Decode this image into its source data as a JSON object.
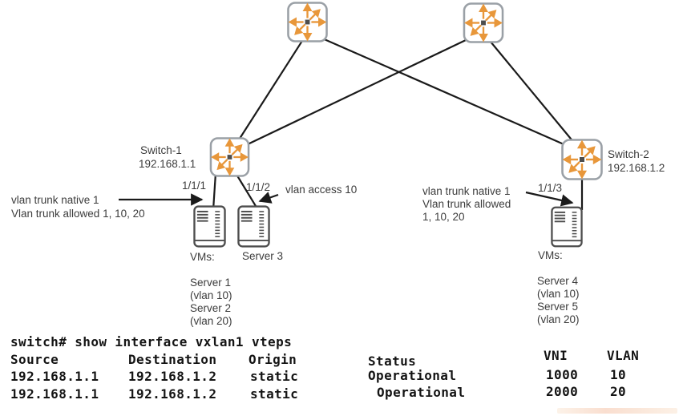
{
  "diagram": {
    "switch1": {
      "name": "Switch-1",
      "ip": "192.168.1.1"
    },
    "switch2": {
      "name": "Switch-2",
      "ip": "192.168.1.2"
    },
    "ports": {
      "sw1_p1": "1/1/1",
      "sw1_p2": "1/1/2",
      "sw2_p1": "1/1/3"
    },
    "left_trunk": {
      "line1": "vlan trunk native 1",
      "line2": "Vlan trunk allowed 1, 10, 20"
    },
    "access_label": "vlan access 10",
    "right_trunk": {
      "line1": "vlan trunk native 1",
      "line2": "Vlan trunk allowed",
      "line3": "1, 10, 20"
    },
    "left_host": {
      "title": "VMs:",
      "vms": [
        "Server 1",
        "(vlan 10)",
        "Server 2",
        "(vlan 20)"
      ]
    },
    "server3_label": "Server 3",
    "right_host": {
      "title": "VMs:",
      "vms": [
        "Server 4",
        "(vlan 10)",
        "Server 5",
        "(vlan 20)"
      ]
    },
    "icons": {
      "switch": "l3-switch-icon",
      "server": "tower-server-icon"
    },
    "colors": {
      "switch_accent": "#E8973A",
      "icon_border": "#9aa0a6",
      "wire": "#1a1a1a"
    }
  },
  "cli": {
    "command": "switch# show interface vxlan1 vteps",
    "headers": {
      "source": "Source",
      "destination": "Destination",
      "origin": "Origin",
      "status": "Status",
      "vni": "VNI",
      "vlan": "VLAN"
    },
    "rows": [
      {
        "source": "192.168.1.1",
        "destination": "192.168.1.2",
        "origin": "static",
        "status": "Operational",
        "vni": "1000",
        "vlan": "10"
      },
      {
        "source": "192.168.1.1",
        "destination": "192.168.1.2",
        "origin": "static",
        "status": "Operational",
        "vni": "2000",
        "vlan": "20"
      }
    ]
  }
}
